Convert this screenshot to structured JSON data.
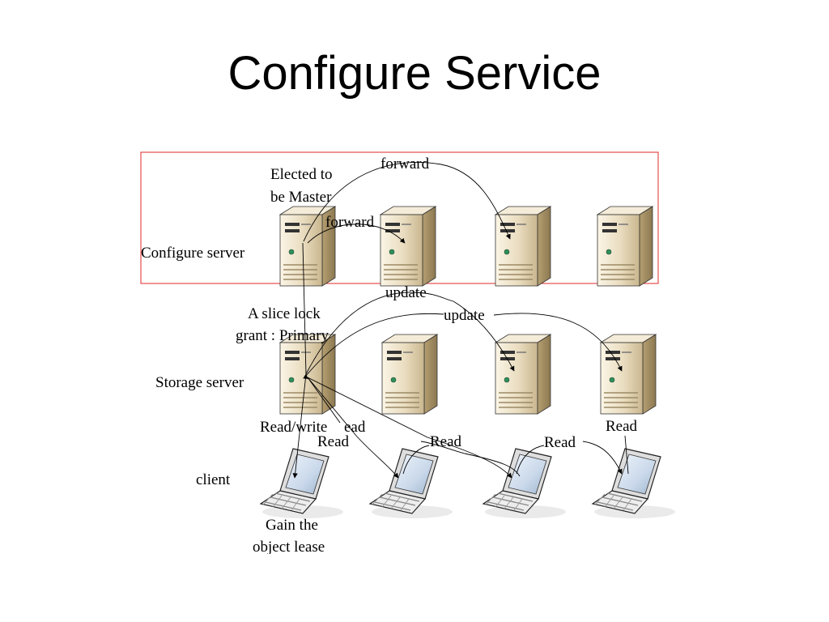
{
  "slide": {
    "title": "Configure Service"
  },
  "row_labels": {
    "configure": "Configure server",
    "storage": "Storage server",
    "client": "client"
  },
  "annotations": {
    "elected_line1": "Elected to",
    "elected_line2": "be Master",
    "forward_top": "forward",
    "forward_mid": "forward",
    "lock_line1": "A slice lock",
    "lock_line2": "grant : Primary",
    "update_1": "update",
    "update_2": "update",
    "read_write": "Read/write",
    "read_partial": "ead",
    "read_1": "Read",
    "read_2": "Read",
    "read_3": "Read",
    "read_4": "Read",
    "lease_line1": "Gain the",
    "lease_line2": "object lease"
  },
  "colors": {
    "frame": "#e02a2a",
    "server_body": "#e8dcc0",
    "laptop_body": "#e6e6e6"
  },
  "icons": [
    "server-icon",
    "laptop-icon"
  ]
}
